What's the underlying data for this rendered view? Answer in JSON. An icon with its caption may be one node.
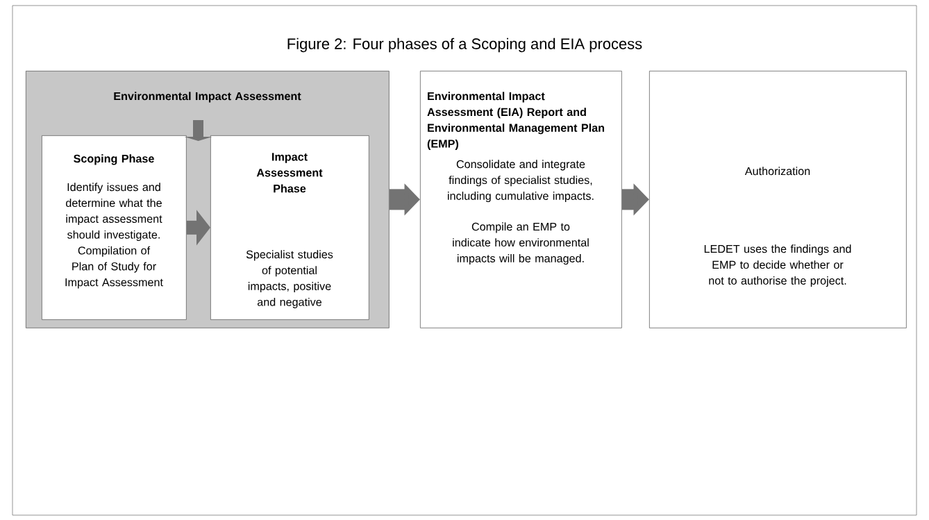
{
  "diagram": {
    "title": "Figure 2: Four phases of a Scoping and EIA process",
    "nodes": [
      {
        "text": [
          "Environmental Impact Assessment"
        ]
      },
      {
        "text": [
          "Scoping Phase",
          "Identify issues and determine what the impact assessment should investigate. Compilation of Plan of Study for Impact Assessment"
        ],
        "in": 0
      },
      {
        "text": [
          "Impact Assessment Phase",
          "Specialist studies of potential impacts, positive and negative"
        ],
        "in": 0
      },
      {
        "text": [
          "Environmental Impact Assessment (EIA) Report and Environmental Management Plan (EMP)",
          "Consolidate and integrate findings of specialist studies, including cumulative impacts.",
          "Compile an EMP to indicate how environmental impacts will be managed."
        ]
      },
      {
        "text": [
          "Authorization",
          "LEDET uses the findings and EMP to decide whether or not to authorise the project."
        ]
      }
    ],
    "edges": [
      {
        "from": 1,
        "to": 2,
        "arrow": "to"
      },
      {
        "from": 0,
        "to": 3,
        "arrow": "to"
      },
      {
        "from": 3,
        "to": 4,
        "arrow": "to"
      }
    ]
  }
}
